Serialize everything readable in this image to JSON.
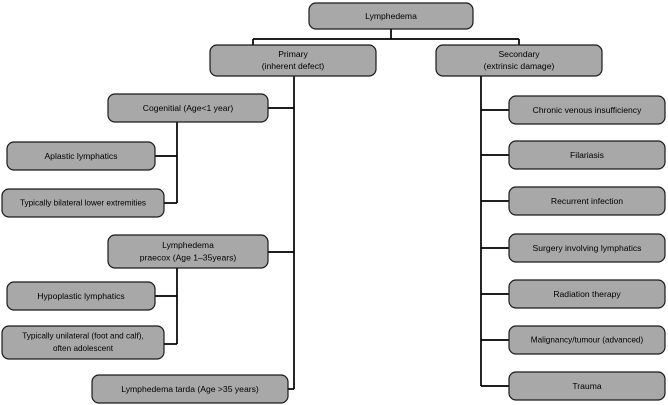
{
  "diagram": {
    "title": "Lymphedema",
    "type": "flowchart",
    "orientation": "top-down",
    "colors": {
      "node_fill": "#a8a8a8",
      "node_stroke": "#1a1a1a",
      "connector": "#000000",
      "background": "#ffffff",
      "text": "#000000"
    },
    "root": {
      "label": "Lymphedema"
    },
    "branches": [
      {
        "id": "primary",
        "label_line1": "Primary",
        "label_line2": "(inherent defect)",
        "children": [
          {
            "id": "congenital",
            "label": "Cogenitial (Age<1 year)",
            "children": [
              {
                "id": "aplastic",
                "label": "Aplastic lymphatics"
              },
              {
                "id": "bilateral",
                "label": "Typically bilateral lower extremities"
              }
            ]
          },
          {
            "id": "praecox",
            "label_line1": "Lymphedema",
            "label_line2": "praecox (Age 1–35years)",
            "children": [
              {
                "id": "hypoplastic",
                "label": "Hypoplastic lymphatics"
              },
              {
                "id": "unilateral",
                "label_line1": "Typically unilateral (foot and calf),",
                "label_line2": "often adolescent"
              }
            ]
          },
          {
            "id": "tarda",
            "label": "Lymphedema tarda (Age >35 years)",
            "children": []
          }
        ]
      },
      {
        "id": "secondary",
        "label_line1": "Secondary",
        "label_line2": "(extrinsic damage)",
        "children": [
          {
            "id": "cvi",
            "label": "Chronic venous insufficiency"
          },
          {
            "id": "filariasis",
            "label": "Filariasis"
          },
          {
            "id": "recurrent-infection",
            "label": "Recurrent infection"
          },
          {
            "id": "surgery",
            "label": "Surgery involving lymphatics"
          },
          {
            "id": "radiation",
            "label": "Radiation therapy"
          },
          {
            "id": "malignancy",
            "label": "Malignancy/tumour (advanced)"
          },
          {
            "id": "trauma",
            "label": "Trauma"
          }
        ]
      }
    ]
  }
}
